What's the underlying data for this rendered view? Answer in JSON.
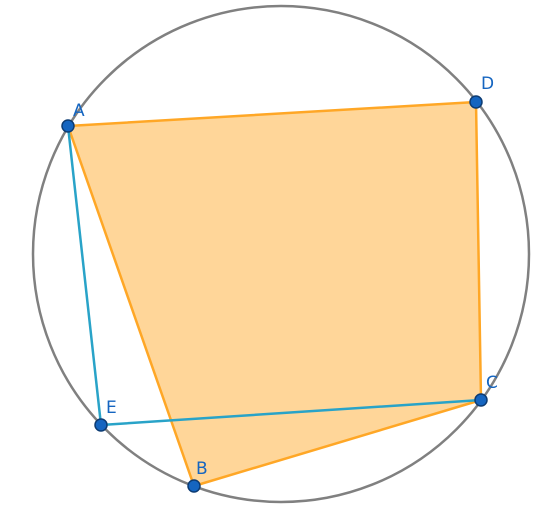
{
  "figure": {
    "circle_color": "#808080",
    "quad_stroke": "#ffa726",
    "quad_fill": "#ffd699",
    "segment_color": "#29a3c8",
    "point_color": "#1565c0",
    "points": [
      {
        "label": "A"
      },
      {
        "label": "B"
      },
      {
        "label": "C"
      },
      {
        "label": "D"
      },
      {
        "label": "E"
      }
    ],
    "quadrilateral": [
      "A",
      "B",
      "C",
      "D"
    ],
    "segments": [
      [
        "A",
        "E"
      ],
      [
        "E",
        "C"
      ]
    ]
  }
}
